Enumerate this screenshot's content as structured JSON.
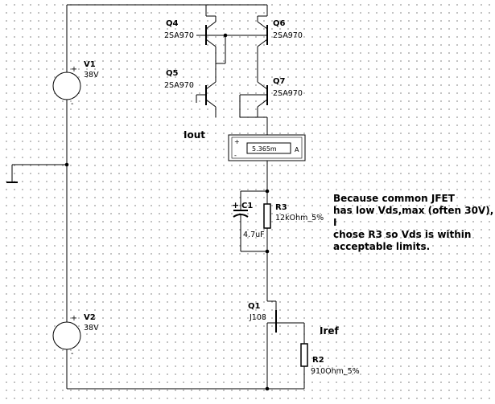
{
  "components": {
    "q4": {
      "ref": "Q4",
      "part": "2SA970"
    },
    "q5": {
      "ref": "Q5",
      "part": "2SA970"
    },
    "q6": {
      "ref": "Q6",
      "part": "2SA970"
    },
    "q7": {
      "ref": "Q7",
      "part": "2SA970"
    },
    "v1": {
      "ref": "V1",
      "value": "38V"
    },
    "v2": {
      "ref": "V2",
      "value": "38V"
    },
    "c1": {
      "ref": "C1",
      "value": "4.7uF"
    },
    "r3": {
      "ref": "R3",
      "value": "12kOhm_5%"
    },
    "q1": {
      "ref": "Q1",
      "part": "J108"
    },
    "r2": {
      "ref": "R2",
      "value": "910Ohm_5%"
    }
  },
  "ammeter": {
    "reading": "5.365m",
    "unit": "A"
  },
  "labels": {
    "iout": "Iout",
    "iref": "Iref"
  },
  "polarity": {
    "plus": "+",
    "minus": "-"
  },
  "note": {
    "lines": [
      "Because common JFET",
      "has low Vds,max (often 30V), I",
      "chose R3 so Vds is within",
      "acceptable limits."
    ]
  }
}
